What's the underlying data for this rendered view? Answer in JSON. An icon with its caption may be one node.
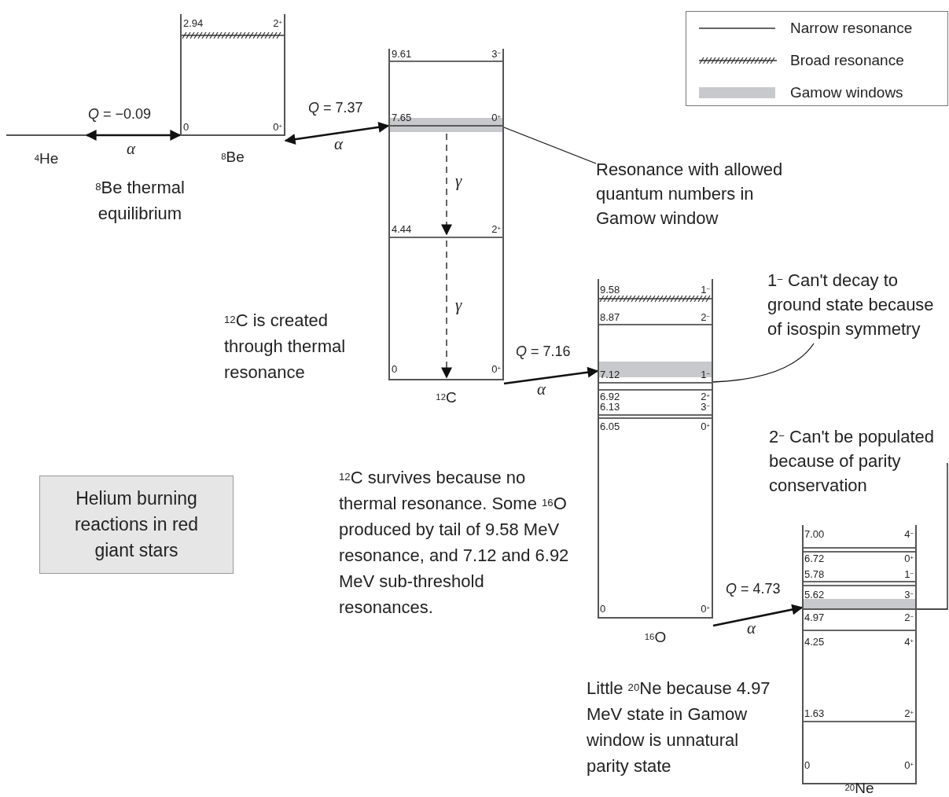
{
  "diagram": {
    "nodes": [
      {
        "text": [
          "$^{4}$He"
        ]
      },
      {
        "text": [
          "$^{8}$Be"
        ]
      },
      {
        "text": [
          "$^{12}$C"
        ]
      },
      {
        "text": [
          "$^{16}$O"
        ]
      },
      {
        "text": [
          "$^{20}$Ne"
        ]
      },
      {
        "text": [
          "Resonance with allowed quantum numbers in Gamow window"
        ]
      },
      {
        "text": [
          "1$^{−}$ Can't decay to ground state because of isospin symmetry"
        ]
      },
      {
        "text": [
          "2$^{−}$ Can't be populated because of parity conservation"
        ]
      },
      {
        "text": [
          "Helium burning reactions in red giant stars"
        ]
      }
    ],
    "edges": [
      {
        "from": 0,
        "to": 1,
        "arrow": "both",
        "label": "*Q* = −0.09"
      },
      {
        "from": 1,
        "to": 2,
        "arrow": "both",
        "label": "*Q* = 7.37"
      },
      {
        "from": 2,
        "to": 3,
        "arrow": "to",
        "label": "*Q* = 7.16"
      },
      {
        "from": 3,
        "to": 4,
        "arrow": "to",
        "label": "*Q* = 4.73"
      },
      {
        "from": 5,
        "to": 2,
        "arrow": "none"
      },
      {
        "from": 6,
        "to": 3,
        "arrow": "none"
      },
      {
        "from": 7,
        "to": 4,
        "arrow": "none"
      }
    ],
    "labels": [
      "2.94",
      "2$^{+}$",
      "0",
      "0$^{+}$",
      "α",
      "$^{8}$Be thermal equilibrium",
      "α",
      "9.61",
      "3$^{−}$",
      "7.65",
      "0$^{+}$",
      "γ",
      "4.44",
      "2$^{+}$",
      "γ",
      "0",
      "0$^{+}$",
      "$^{12}$C is created through thermal resonance",
      "α",
      "9.58",
      "1$^{−}$",
      "8.87",
      "2$^{−}$",
      "7.12",
      "1$^{−}$",
      "6.92",
      "2$^{+}$",
      "6.13",
      "3$^{−}$",
      "6.05",
      "0$^{+}$",
      "0",
      "0$^{+}$",
      "$^{12}$C survives because no thermal resonance. Some $^{16}$O produced by tail of 9.58 MeV resonance, and 7.12 and 6.92 MeV sub-threshold resonances.",
      "α",
      "7.00",
      "4$^{−}$",
      "6.72",
      "0$^{+}$",
      "5.78",
      "1$^{−}$",
      "5.62",
      "3$^{−}$",
      "4.97",
      "2$^{−}$",
      "4.25",
      "4$^{+}$",
      "1.63",
      "2$^{+}$",
      "0",
      "0$^{+}$",
      "Little $^{20}$Ne because 4.97 MeV state in Gamow window is unnatural parity state"
    ],
    "legend": [
      {
        "text": "Narrow resonance"
      },
      {
        "text": "Broad resonance"
      },
      {
        "text": "Gamow windows",
        "color": "#c8c9cc"
      }
    ]
  }
}
